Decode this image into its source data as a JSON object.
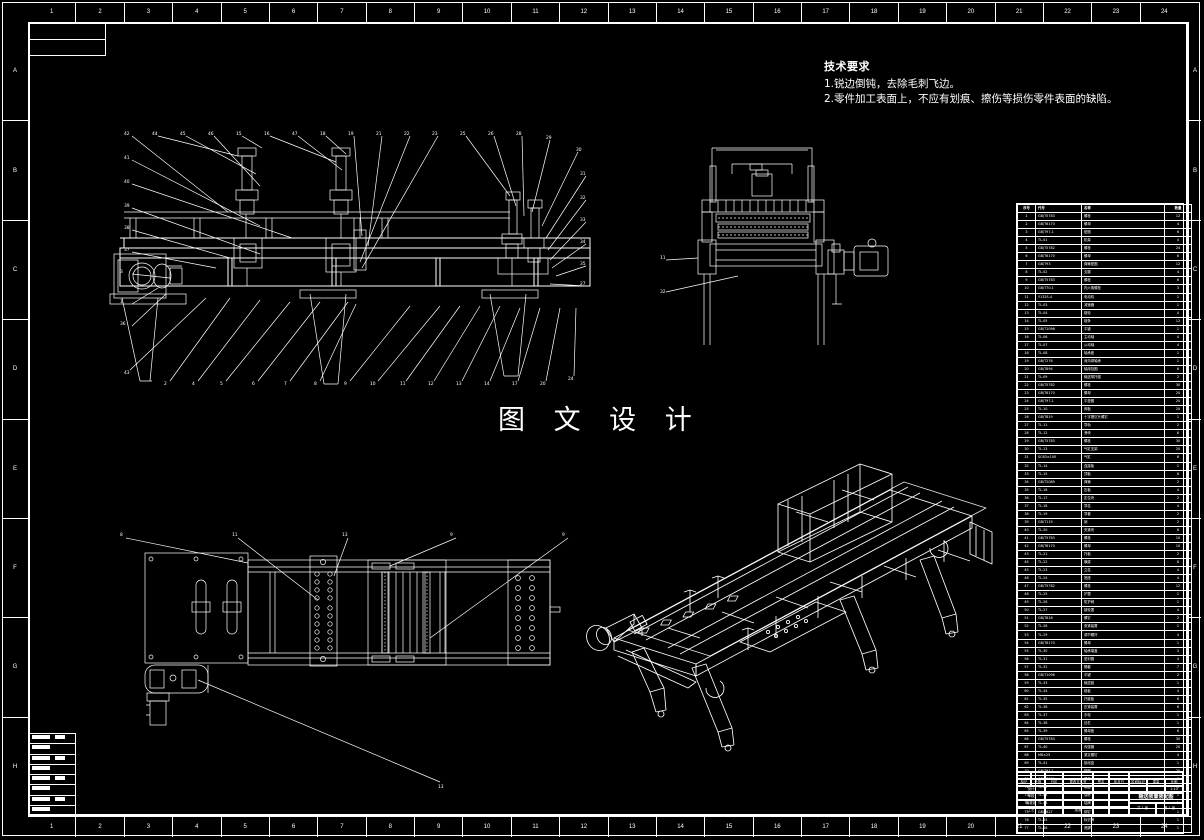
{
  "sheet": {
    "title_watermark": "图 文 设 计",
    "zone_numbers_top": [
      "1",
      "2",
      "3",
      "4",
      "5",
      "6",
      "7",
      "8",
      "9",
      "10",
      "11",
      "12",
      "13",
      "14",
      "15",
      "16",
      "17",
      "18",
      "19",
      "20",
      "21",
      "22",
      "23",
      "24"
    ],
    "zone_numbers_bottom": [
      "1",
      "2",
      "3",
      "4",
      "5",
      "6",
      "7",
      "8",
      "9",
      "10",
      "11",
      "12",
      "13",
      "14",
      "15",
      "16",
      "17",
      "18",
      "19",
      "20",
      "21",
      "22",
      "23",
      "24"
    ],
    "zone_letters_left": [
      "A",
      "B",
      "C",
      "D",
      "E",
      "F",
      "G",
      "H"
    ],
    "zone_letters_right": [
      "A",
      "B",
      "C",
      "D",
      "E",
      "F",
      "G",
      "H"
    ]
  },
  "tech_note": {
    "title": "技术要求",
    "lines": [
      "1.锐边倒钝，去除毛刺飞边。",
      "2.零件加工表面上，不应有划痕、擦伤等损伤零件表面的缺陷。"
    ]
  },
  "parts_list": {
    "headers": [
      "序号",
      "代号",
      "名称",
      "数量"
    ],
    "rows": [
      [
        "1",
        "GB/T5783",
        "螺栓",
        "12"
      ],
      [
        "2",
        "GB/T6170",
        "螺母",
        "4"
      ],
      [
        "3",
        "GB/T97.1",
        "垫圈",
        "6"
      ],
      [
        "4",
        "TL-01",
        "机架",
        "4"
      ],
      [
        "5",
        "GB/T5782",
        "螺栓",
        "24"
      ],
      [
        "6",
        "GB/T6170",
        "螺母",
        "6"
      ],
      [
        "7",
        "GB/T93",
        "弹簧垫圈",
        "12"
      ],
      [
        "8",
        "TL-02",
        "支腿",
        "4"
      ],
      [
        "9",
        "GB/T5783",
        "螺栓",
        "6"
      ],
      [
        "10",
        "GB/T70.1",
        "内六角螺栓",
        "3"
      ],
      [
        "11",
        "Y132S-4",
        "电动机",
        "1"
      ],
      [
        "12",
        "TL-03",
        "减速器",
        "1"
      ],
      [
        "13",
        "TL-04",
        "链轮",
        "4"
      ],
      [
        "14",
        "TL-05",
        "链条",
        "12"
      ],
      [
        "15",
        "GB/T1096",
        "平键",
        "1"
      ],
      [
        "16",
        "TL-06",
        "主动轴",
        "4"
      ],
      [
        "17",
        "TL-07",
        "从动轴",
        "4"
      ],
      [
        "18",
        "TL-08",
        "轴承座",
        "1"
      ],
      [
        "19",
        "GB/T276",
        "深沟球轴承",
        "1"
      ],
      [
        "20",
        "GB/T894",
        "轴用挡圈",
        "6"
      ],
      [
        "21",
        "TL-09",
        "输送带托辊",
        "2"
      ],
      [
        "22",
        "GB/T5782",
        "螺栓",
        "30"
      ],
      [
        "23",
        "GB/T6170",
        "螺母",
        "20"
      ],
      [
        "24",
        "GB/T97.1",
        "平垫圈",
        "20"
      ],
      [
        "25",
        "TL-10",
        "侧板",
        "20"
      ],
      [
        "26",
        "GB/T819",
        "十字槽沉头螺钉",
        "1"
      ],
      [
        "27",
        "TL-11",
        "导轨",
        "2"
      ],
      [
        "28",
        "TL-12",
        "滑块",
        "6"
      ],
      [
        "29",
        "GB/T5783",
        "螺栓",
        "30"
      ],
      [
        "30",
        "TL-13",
        "气缸支架",
        "20"
      ],
      [
        "31",
        "SC63×100",
        "气缸",
        "6"
      ],
      [
        "32",
        "TL-14",
        "连接板",
        "1"
      ],
      [
        "33",
        "TL-15",
        "顶板",
        "6"
      ],
      [
        "34",
        "GB/T2089",
        "弹簧",
        "2"
      ],
      [
        "35",
        "TL-16",
        "压板",
        "4"
      ],
      [
        "36",
        "TL-17",
        "定位块",
        "2"
      ],
      [
        "37",
        "TL-18",
        "导柱",
        "4"
      ],
      [
        "38",
        "TL-19",
        "导套",
        "2"
      ],
      [
        "39",
        "GB/T119",
        "销",
        "2"
      ],
      [
        "40",
        "TL-20",
        "夹紧块",
        "6"
      ],
      [
        "41",
        "GB/T5783",
        "螺栓",
        "10"
      ],
      [
        "42",
        "GB/T6170",
        "螺母",
        "10"
      ],
      [
        "43",
        "TL-21",
        "托板",
        "2"
      ],
      [
        "44",
        "TL-22",
        "横梁",
        "8"
      ],
      [
        "45",
        "TL-23",
        "立柱",
        "4"
      ],
      [
        "46",
        "TL-24",
        "底座",
        "4"
      ],
      [
        "47",
        "GB/T5782",
        "螺栓",
        "12"
      ],
      [
        "48",
        "TL-25",
        "护罩",
        "1"
      ],
      [
        "49",
        "TL-26",
        "防护网",
        "1"
      ],
      [
        "50",
        "TL-27",
        "链轮罩",
        "4"
      ],
      [
        "51",
        "GB/T818",
        "螺钉",
        "2"
      ],
      [
        "52",
        "TL-28",
        "张紧装置",
        "1"
      ],
      [
        "53",
        "TL-29",
        "调节螺杆",
        "4"
      ],
      [
        "54",
        "GB/T6170",
        "螺母",
        "1"
      ],
      [
        "55",
        "TL-30",
        "轴承端盖",
        "3"
      ],
      [
        "56",
        "TL-31",
        "密封圈",
        "4"
      ],
      [
        "57",
        "TL-32",
        "隔套",
        "7"
      ],
      [
        "58",
        "GB/T1096",
        "平键",
        "2"
      ],
      [
        "59",
        "TL-33",
        "输送链",
        "1"
      ],
      [
        "60",
        "TL-34",
        "链板",
        "4"
      ],
      [
        "61",
        "TL-35",
        "托链板",
        "6"
      ],
      [
        "62",
        "TL-36",
        "压紧装置",
        "6"
      ],
      [
        "63",
        "TL-37",
        "手轮",
        "1"
      ],
      [
        "64",
        "TL-38",
        "丝杠",
        "1"
      ],
      [
        "65",
        "TL-39",
        "螺母座",
        "6"
      ],
      [
        "66",
        "GB/T5783",
        "螺栓",
        "30"
      ],
      [
        "67",
        "TL-40",
        "传感器",
        "20"
      ],
      [
        "68",
        "M8×25",
        "紧定螺钉",
        "4"
      ],
      [
        "69",
        "TL-41",
        "接线盒",
        "1"
      ],
      [
        "70",
        "GB/T97.1",
        "垫圈",
        "20"
      ],
      [
        "71",
        "GB/T6170",
        "螺母",
        "6"
      ],
      [
        "72",
        "TL-42",
        "端盖",
        "1"
      ],
      [
        "73",
        "TL-43",
        "油杯",
        "1"
      ],
      [
        "74",
        "TL-44",
        "铭牌",
        "1"
      ],
      [
        "75",
        "GB/T827",
        "铆钉",
        "1"
      ],
      [
        "76",
        "TL-45",
        "标识牌",
        "1"
      ],
      [
        "77",
        "TL-46",
        "底脚",
        "1"
      ]
    ]
  },
  "title_block": {
    "labels": {
      "mark": "标记",
      "count": "处数",
      "revision": "分区",
      "change_doc": "更改文件号",
      "sign": "签名",
      "date": "年月日",
      "design": "设计",
      "std_check": "标准化",
      "stage": "阶段标记",
      "weight": "重量",
      "scale": "比例",
      "check": "审核",
      "process": "工艺",
      "approve": "批准",
      "sheet_count": "共 1 张",
      "sheet_no": "第 1 张"
    },
    "values": {
      "drawing_name": "输送装置装配图",
      "drawing_number": "TL-00",
      "scale_value": "1:10",
      "weight_value": "",
      "stage_value": ""
    }
  }
}
